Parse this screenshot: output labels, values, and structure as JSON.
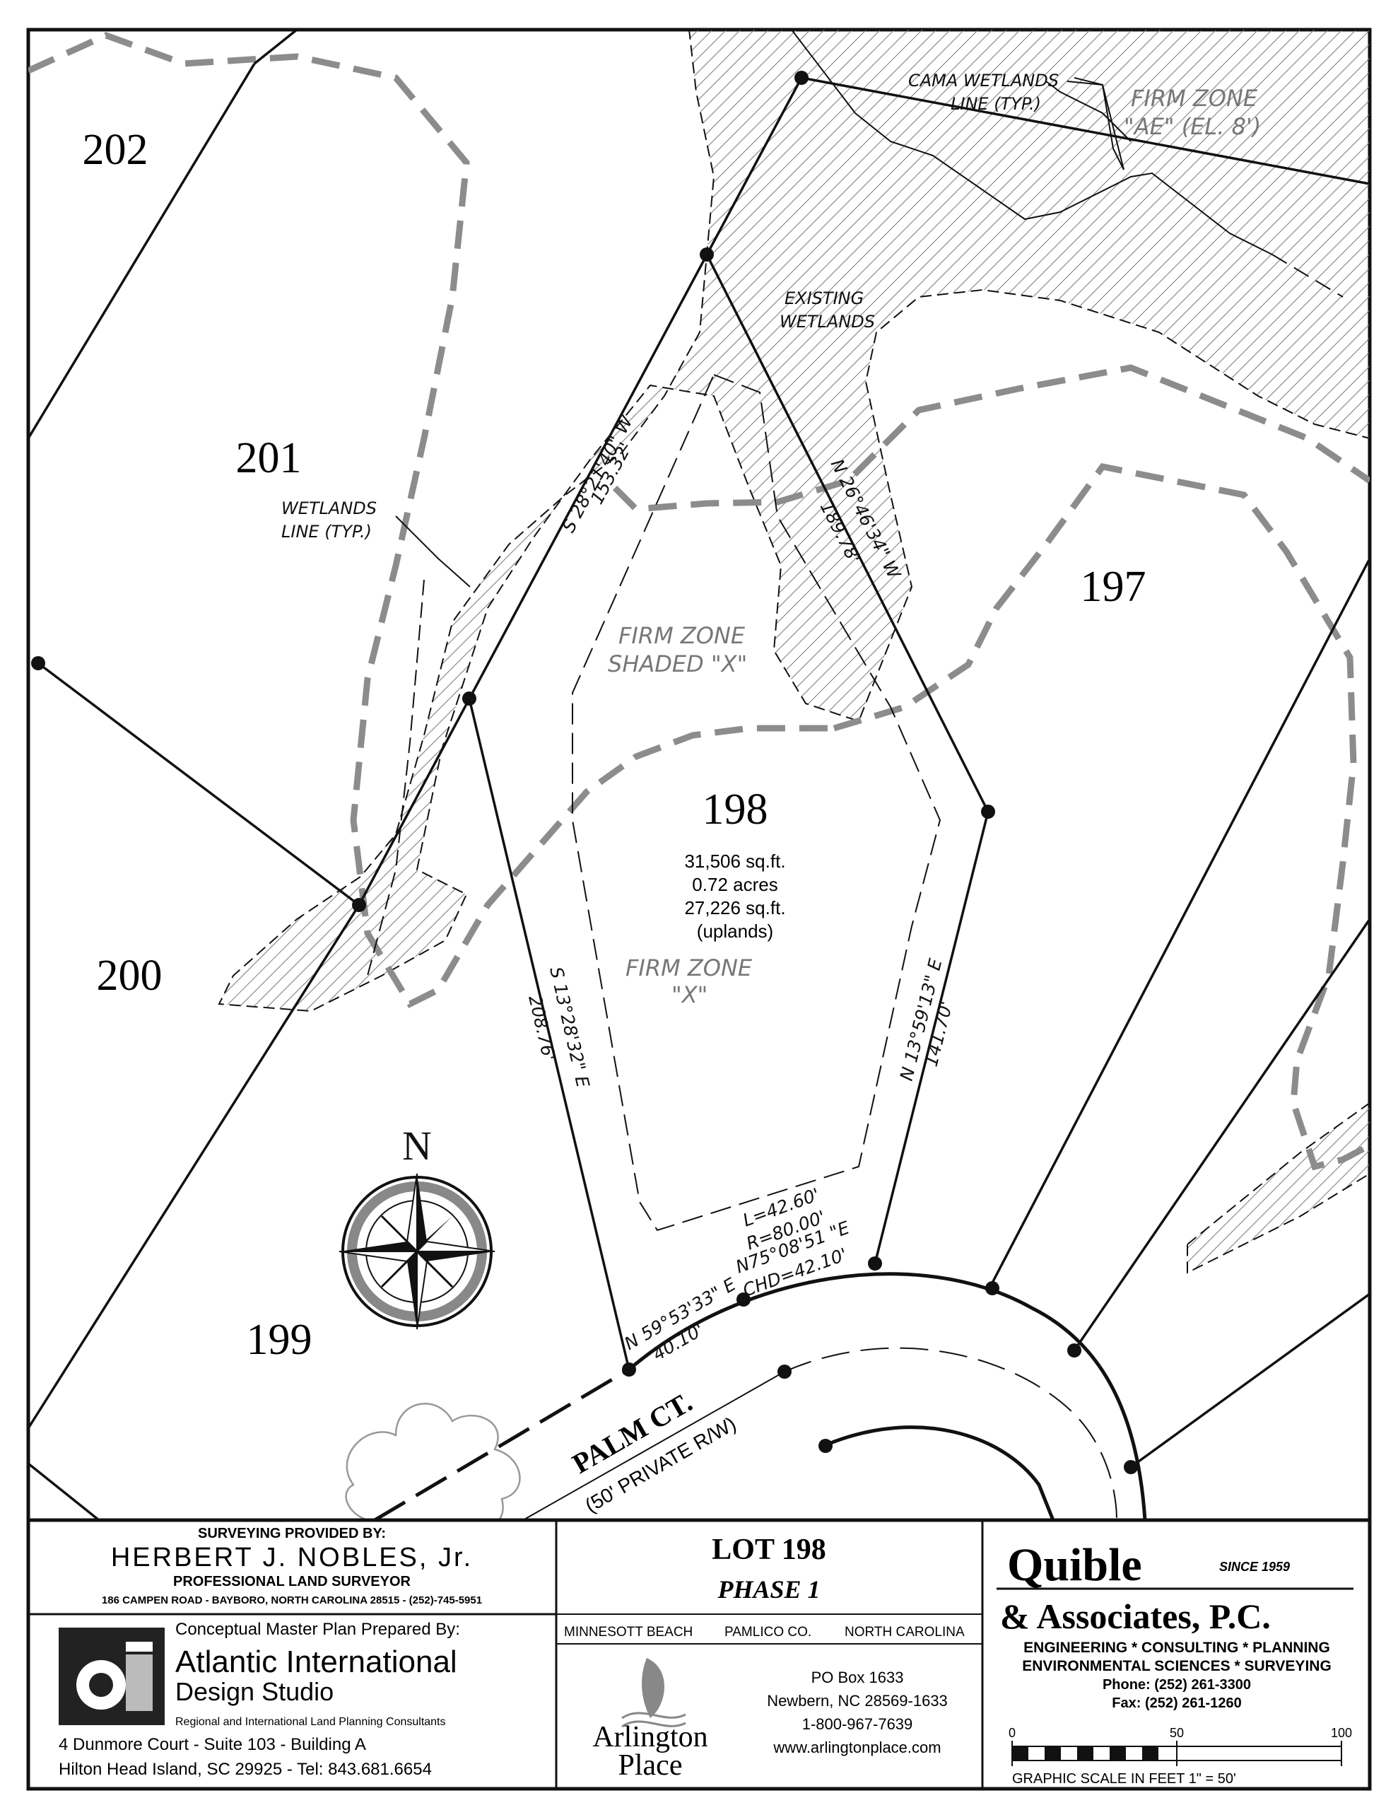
{
  "lots": {
    "l202": "202",
    "l201": "201",
    "l200": "200",
    "l199": "199",
    "l197": "197",
    "l198": "198"
  },
  "lot198": {
    "area_sqft": "31,506  sq.ft.",
    "area_acres": "0.72  acres",
    "upland_sqft": "27,226  sq.ft.",
    "upland_note": "(uplands)"
  },
  "labels": {
    "cama1": "CAMA WETLANDS",
    "cama2": "LINE (TYP.)",
    "firm_ae1": "FIRM ZONE",
    "firm_ae2": "\"AE\" (EL. 8')",
    "existing1": "EXISTING",
    "existing2": "WETLANDS",
    "wetlands1": "WETLANDS",
    "wetlands2": "LINE (TYP.)",
    "firm_shaded1": "FIRM ZONE",
    "firm_shaded2": "SHADED \"X\"",
    "firm_x1": "FIRM ZONE",
    "firm_x2": "\"X\""
  },
  "bearings": {
    "west_b": "S 28°21'40\" W",
    "west_d": "153.32'",
    "north_b": "N 26°46'34\" W",
    "north_d": "189.78'",
    "sw_b": "S 13°28'32\" E",
    "sw_d": "208.76'",
    "east_b": "N 13°59'13\" E",
    "east_d": "141.70'",
    "front_b": "N 59°53'33\" E",
    "front_d": "40.10'",
    "curve_l": "L=42.60'",
    "curve_r": "R=80.00'",
    "curve_b": "N75°08'51 \"E",
    "curve_chd": "CHD=42.10'"
  },
  "street": {
    "name": "PALM CT.",
    "row": "(50' PRIVATE R/W)"
  },
  "compass": {
    "north": "N"
  },
  "title_block": {
    "surveyor": {
      "heading": "SURVEYING PROVIDED BY:",
      "name": "HERBERT J. NOBLES, Jr.",
      "title": "PROFESSIONAL LAND SURVEYOR",
      "address": "186 CAMPEN ROAD - BAYBORO, NORTH CAROLINA 28515 - (252)-745-5951"
    },
    "planner": {
      "heading": "Conceptual Master Plan Prepared By:",
      "name1": "Atlantic International",
      "name2": "Design Studio",
      "tagline": "Regional and International Land Planning Consultants",
      "addr1": "4 Dunmore Court - Suite 103 - Building A",
      "addr2": "Hilton Head Island, SC  29925 - Tel:  843.681.6654"
    },
    "lot": {
      "title": "LOT  198",
      "phase": "PHASE  1"
    },
    "location": {
      "town": "MINNESOTT BEACH",
      "county": "PAMLICO CO.",
      "state": "NORTH CAROLINA"
    },
    "arlington": {
      "name1": "Arlington",
      "name2": "Place",
      "pobox": "PO Box 1633",
      "city": "Newbern, NC 28569-1633",
      "phone": "1-800-967-7639",
      "web": "www.arlingtonplace.com"
    },
    "quible": {
      "name1": "Quible",
      "since": "SINCE  1959",
      "name2": "& Associates, P.C.",
      "services1": "ENGINEERING  *  CONSULTING  *  PLANNING",
      "services2": "ENVIRONMENTAL  SCIENCES  *  SURVEYING",
      "phone": "Phone:  (252)  261-3300",
      "fax": "Fax:  (252)  261-1260"
    },
    "scale": {
      "t0": "0",
      "t50": "50",
      "t100": "100",
      "caption": "GRAPHIC  SCALE  IN  FEET  1\"  =  50'"
    }
  },
  "colors": {
    "line": "#111111",
    "firm_zone": "#8c8c8c",
    "hatch": "#777777"
  }
}
